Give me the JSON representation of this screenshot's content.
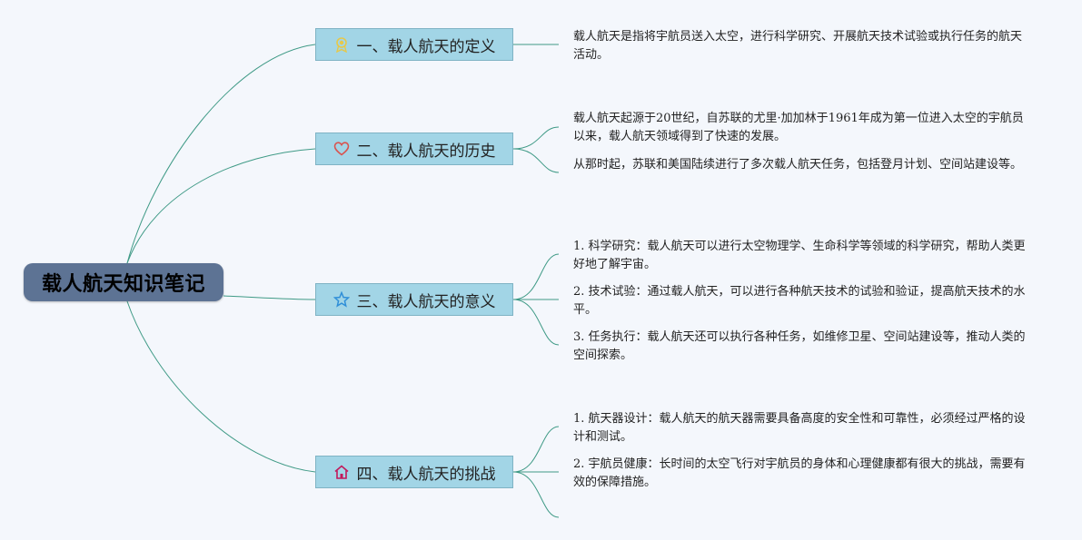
{
  "root": {
    "title": "载人航天知识笔记"
  },
  "topics": [
    {
      "label": "一、载人航天的定义",
      "icon": "award-icon",
      "leaves": [
        "载人航天是指将宇航员送入太空，进行科学研究、开展航天技术试验或执行任务的航天活动。"
      ]
    },
    {
      "label": "二、载人航天的历史",
      "icon": "heart-icon",
      "leaves": [
        "载人航天起源于20世纪，自苏联的尤里·加加林于1961年成为第一位进入太空的宇航员以来，载人航天领域得到了快速的发展。",
        "从那时起，苏联和美国陆续进行了多次载人航天任务，包括登月计划、空间站建设等。"
      ]
    },
    {
      "label": "三、载人航天的意义",
      "icon": "star-icon",
      "leaves": [
        "1. 科学研究：载人航天可以进行太空物理学、生命科学等领域的科学研究，帮助人类更好地了解宇宙。",
        "2. 技术试验：通过载人航天，可以进行各种航天技术的试验和验证，提高航天技术的水平。",
        "3. 任务执行：载人航天还可以执行各种任务，如维修卫星、空间站建设等，推动人类的空间探索。"
      ]
    },
    {
      "label": "四、载人航天的挑战",
      "icon": "home-icon",
      "leaves": [
        "1. 航天器设计：载人航天的航天器需要具备高度的安全性和可靠性，必须经过严格的设计和测试。",
        "2. 宇航员健康：长时间的太空飞行对宇航员的身体和心理健康都有很大的挑战，需要有效的保障措施。"
      ]
    }
  ],
  "colors": {
    "background": "#f4f7fc",
    "root_fill": "#5d7394",
    "topic_fill": "#a2d5e6",
    "topic_border": "#7fb3c4",
    "link_color": "#3f9a86",
    "icon_award": "#e6c84a",
    "icon_heart": "#d9534f",
    "icon_star": "#2f8fd8",
    "icon_home": "#c2185b"
  }
}
